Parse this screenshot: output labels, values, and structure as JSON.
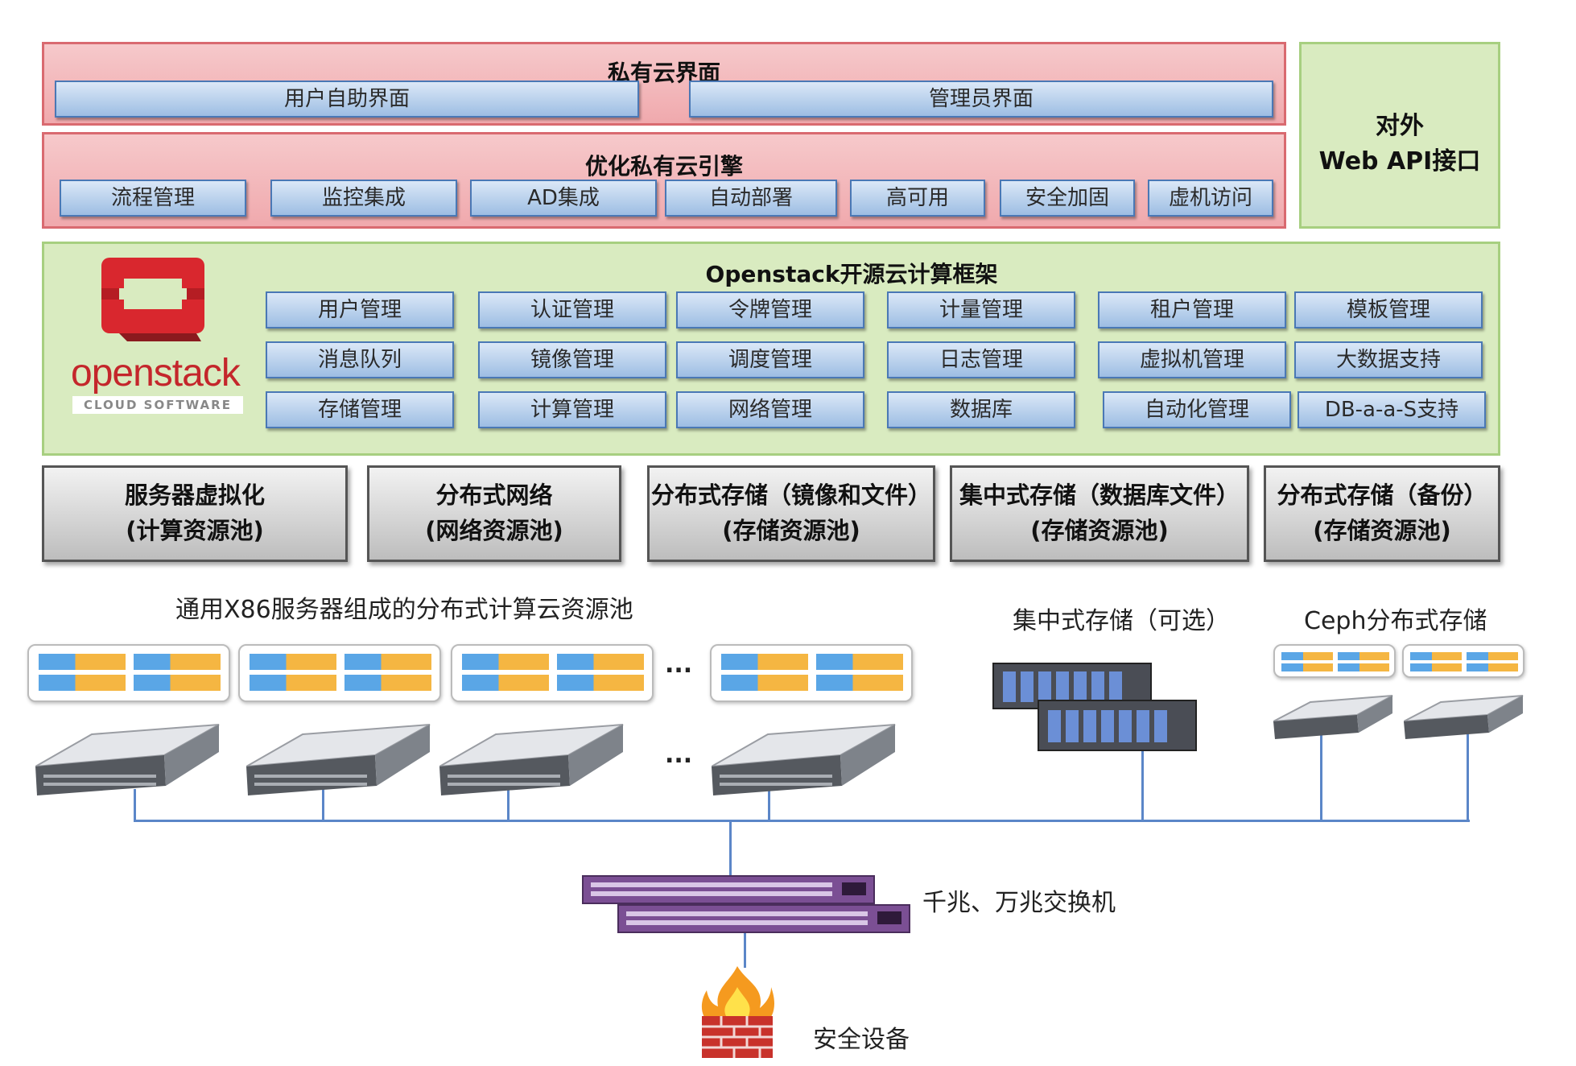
{
  "private_cloud": {
    "title": "私有云界面",
    "buttons": [
      "用户自助界面",
      "管理员界面"
    ]
  },
  "engine": {
    "title": "优化私有云引擎",
    "buttons": [
      "流程管理",
      "监控集成",
      "AD集成",
      "自动部署",
      "高可用",
      "安全加固",
      "虚机访问"
    ]
  },
  "web_api": {
    "line1": "对外",
    "line2": "Web API接口"
  },
  "openstack": {
    "title": "Openstack开源云计算框架",
    "logo_text": "openstack",
    "logo_sub": "CLOUD SOFTWARE",
    "rows": [
      [
        "用户管理",
        "认证管理",
        "令牌管理",
        "计量管理",
        "租户管理",
        "模板管理"
      ],
      [
        "消息队列",
        "镜像管理",
        "调度管理",
        "日志管理",
        "虚拟机管理",
        "大数据支持"
      ],
      [
        "存储管理",
        "计算管理",
        "网络管理",
        "数据库",
        "自动化管理",
        "DB-a-a-S支持"
      ]
    ]
  },
  "pools": [
    {
      "line1": "服务器虚拟化",
      "line2": "(计算资源池)"
    },
    {
      "line1": "分布式网络",
      "line2": "(网络资源池)"
    },
    {
      "line1": "分布式存储（镜像和文件）",
      "line2": "(存储资源池)"
    },
    {
      "line1": "集中式存储（数据库文件）",
      "line2": "(存储资源池)"
    },
    {
      "line1": "分布式存储（备份）",
      "line2": "(存储资源池)"
    }
  ],
  "labels": {
    "x86": "通用X86服务器组成的分布式计算云资源池",
    "central_storage": "集中式存储（可选）",
    "ceph": "Ceph分布式存储",
    "switch": "千兆、万兆交换机",
    "security": "安全设备",
    "ellipsis": "..."
  },
  "colors": {
    "pink_panel": "#f0a9ad",
    "green_panel": "#d9ebc0",
    "button_blue": "#9dbde3",
    "wire": "#5b86c8",
    "switch_purple": "#7b4f94",
    "openstack_red": "#d9272e"
  }
}
